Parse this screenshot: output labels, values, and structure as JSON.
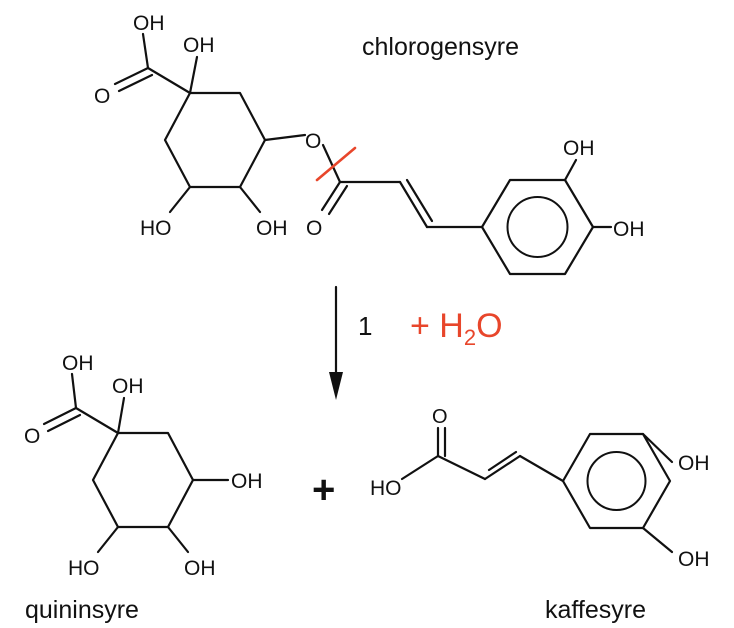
{
  "molecules": {
    "reactant": {
      "name": "chlorogensyre",
      "atoms": {
        "acid_oh": "OH",
        "c1_oh": "OH",
        "acid_o": "O",
        "ester_o": "O",
        "ho_left": "HO",
        "oh_mid": "OH",
        "carbonyl_o": "O",
        "ring_oh_top": "OH",
        "ring_oh_bottom": "OH"
      }
    },
    "product_1": {
      "name": "quininsyre",
      "atoms": {
        "acid_oh": "OH",
        "c1_oh": "OH",
        "acid_o": "O",
        "oh_right": "OH",
        "ho_left": "HO",
        "oh_mid": "OH"
      }
    },
    "product_2": {
      "name": "kaffesyre",
      "atoms": {
        "carbonyl_o": "O",
        "ho": "HO",
        "ring_oh_top": "OH",
        "ring_oh_bottom": "OH"
      }
    }
  },
  "reaction": {
    "step": "1",
    "reagent_plus": "+ H",
    "reagent_sub": "2",
    "reagent_o": "O",
    "products_plus": "+"
  },
  "colors": {
    "ink": "#111111",
    "highlight": "#e8462b"
  }
}
